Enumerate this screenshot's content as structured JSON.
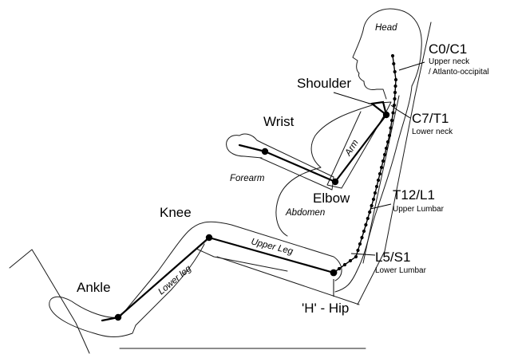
{
  "labels": {
    "head": "Head",
    "c0c1": "C0/C1",
    "c0c1_sub1": "Upper neck",
    "c0c1_sub2": "/ Atlanto-occipital",
    "shoulder": "Shoulder",
    "c7t1": "C7/T1",
    "c7t1_sub": "Lower neck",
    "wrist": "Wrist",
    "arm": "Arm",
    "forearm": "Forearm",
    "elbow": "Elbow",
    "abdomen": "Abdomen",
    "t12l1": "T12/L1",
    "t12l1_sub": "Upper Lumbar",
    "knee": "Knee",
    "upper_leg": "Upper Leg",
    "l5s1": "L5/S1",
    "l5s1_sub": "Lower Lumbar",
    "lower_leg": "Lower leg",
    "ankle": "Ankle",
    "hip": "'H' - Hip"
  }
}
